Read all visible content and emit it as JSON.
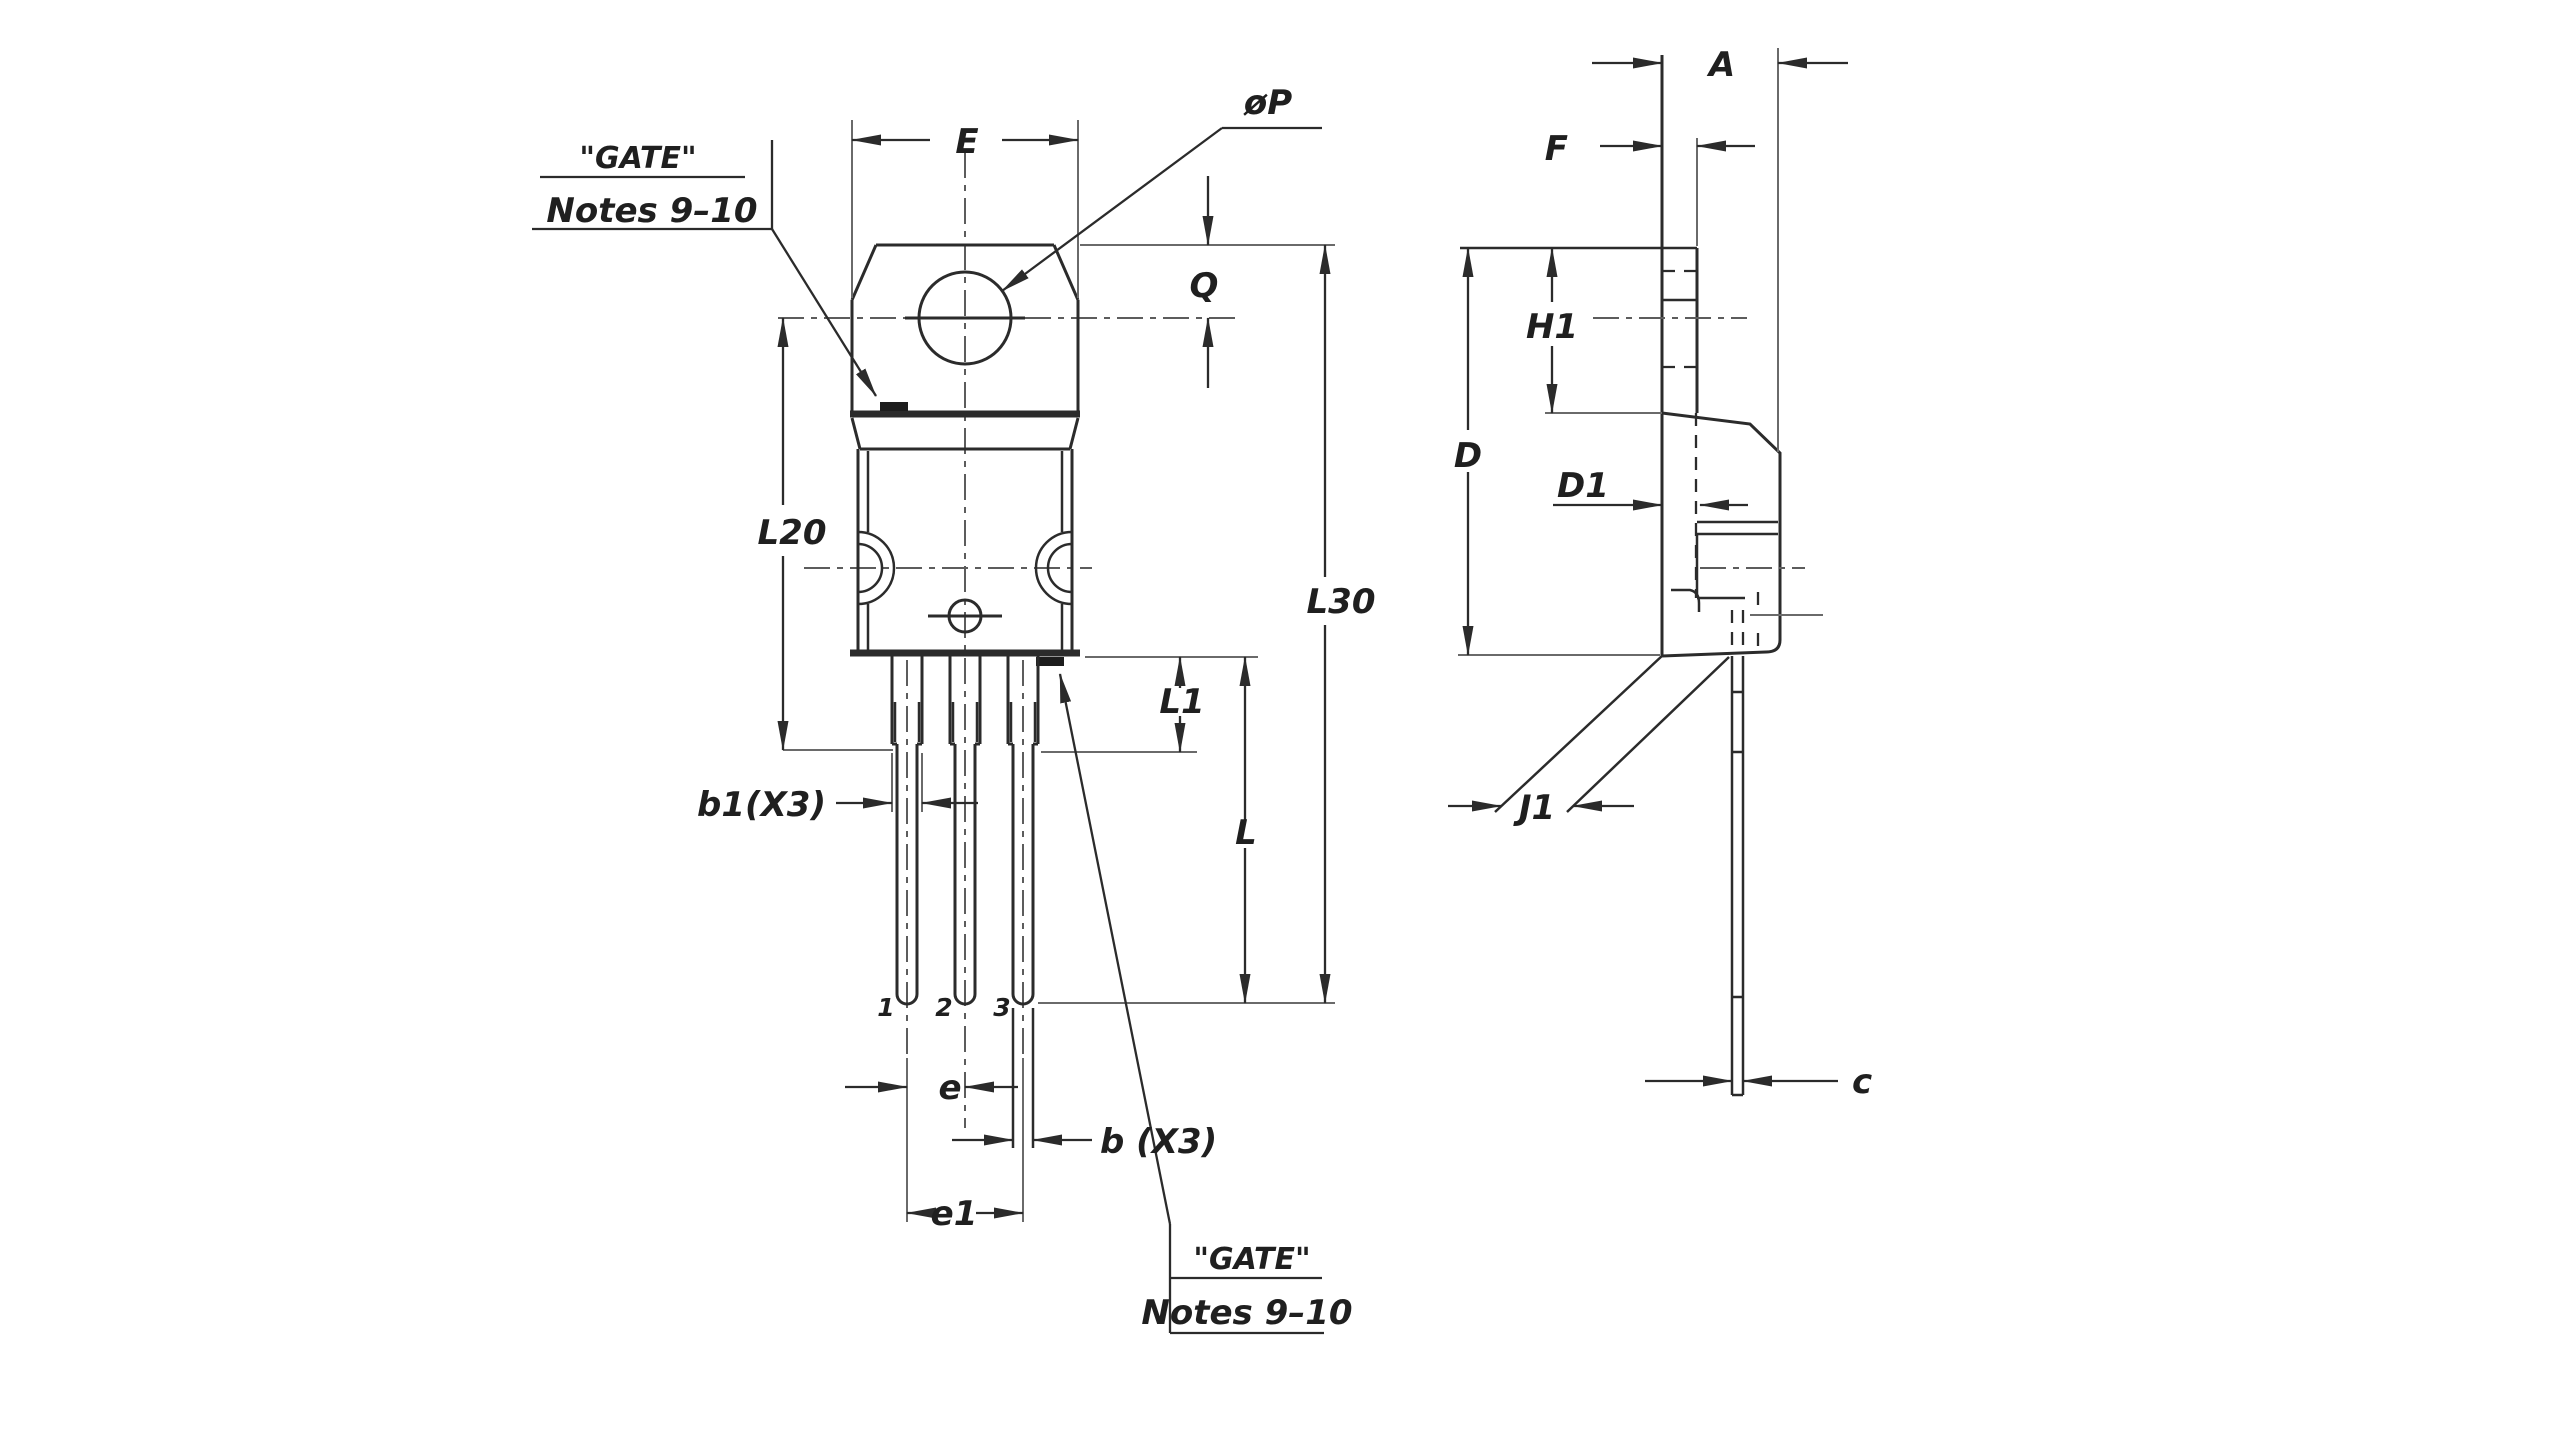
{
  "drawing": {
    "colors": {
      "line": "#2b2b2b",
      "thin_line": "#6a6a6a",
      "background": "#ffffff"
    },
    "front": {
      "dims": {
        "E": "E",
        "P": "øP",
        "Q": "Q",
        "L30": "L30",
        "L20": "L20",
        "L1": "L1",
        "L": "L",
        "b1": "b1(X3)",
        "e": "e",
        "e1": "e1",
        "b": "b (X3)"
      },
      "pins": {
        "p1": "1",
        "p2": "2",
        "p3": "3"
      },
      "noteTop": {
        "title": "\"GATE\"",
        "ref": "Notes 9–10"
      },
      "noteBottom": {
        "title": "\"GATE\"",
        "ref": "Notes 9–10"
      }
    },
    "side": {
      "dims": {
        "A": "A",
        "F": "F",
        "H1": "H1",
        "D": "D",
        "D1": "D1",
        "J1": "J1",
        "c": "c"
      }
    }
  }
}
